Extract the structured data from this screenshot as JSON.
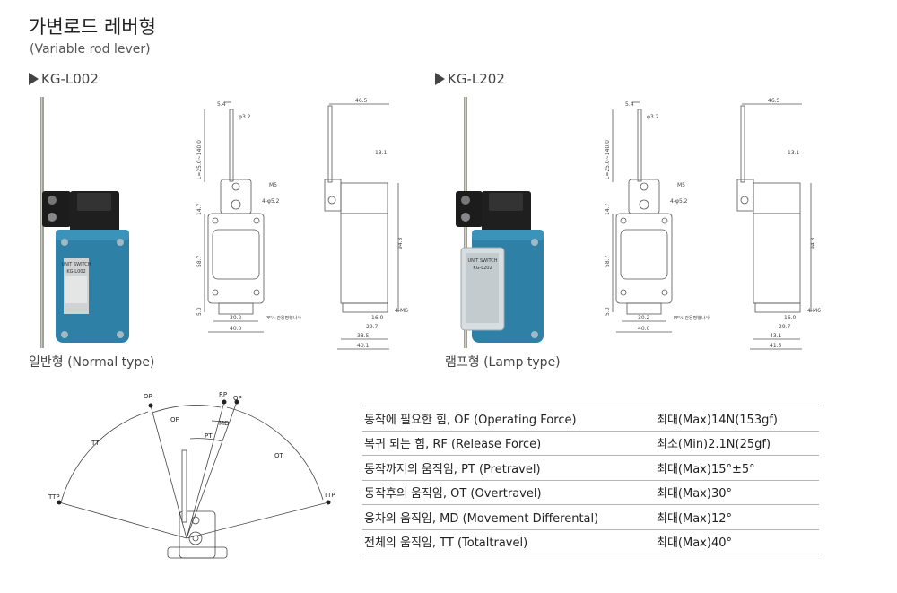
{
  "header": {
    "title": "가변로드 레버형",
    "subtitle": "(Variable rod lever)"
  },
  "models": [
    {
      "code": "KG-L002",
      "caption": "일반형 (Normal type)",
      "plate_brand": "UNIT SWITCH",
      "plate_model": "KG-L002"
    },
    {
      "code": "KG-L202",
      "caption": "램프형 (Lamp type)",
      "plate_brand": "UNIT SWITCH",
      "plate_model": "KG-L202"
    }
  ],
  "drawing_labels": {
    "top_width": "5.4",
    "rod_dia": "φ3.2",
    "rod_length": "L=25.0~140.0",
    "d147": "14.7",
    "d587": "58.7",
    "d50": "5.0",
    "d302": "30.2",
    "d400": "40.0",
    "thread": "M5",
    "holes": "4-φ5.2",
    "conduit": "PF½ 관용평행나사",
    "side_width": "46.5",
    "d131": "13.1",
    "d943": "94.3",
    "d160": "16.0",
    "d297": "29.7",
    "d385": "38.5",
    "d401": "40.1",
    "d431": "43.1",
    "d415": "41.5",
    "m6": "4-M6"
  },
  "motion_diagram": {
    "labels": {
      "op_left": "OP",
      "rp": "RP",
      "op_right": "OP",
      "of": "OF",
      "md": "MD",
      "pt": "PT",
      "tt": "TT",
      "ot": "OT",
      "ttp_left": "TTP",
      "ttp_right": "TTP"
    }
  },
  "spec_table": {
    "rows": [
      {
        "name": "동작에 필요한 힘, OF (Operating Force)",
        "value": "최대(Max)14N(153gf)"
      },
      {
        "name": "복귀 되는 힘, RF (Release Force)",
        "value": "최소(Min)2.1N(25gf)"
      },
      {
        "name": "동작까지의 움직임, PT (Pretravel)",
        "value": "최대(Max)15°±5°"
      },
      {
        "name": "동작후의 움직임, OT (Overtravel)",
        "value": "최대(Max)30°"
      },
      {
        "name": "응차의 움직임, MD (Movement Differental)",
        "value": "최대(Max)12°"
      },
      {
        "name": "전체의 움직임, TT (Totaltravel)",
        "value": "최대(Max)40°"
      }
    ]
  },
  "colors": {
    "body_blue": "#2d7fa6",
    "head_black": "#1e1e1e",
    "rod_gray": "#9a9a90",
    "line": "#555555"
  }
}
